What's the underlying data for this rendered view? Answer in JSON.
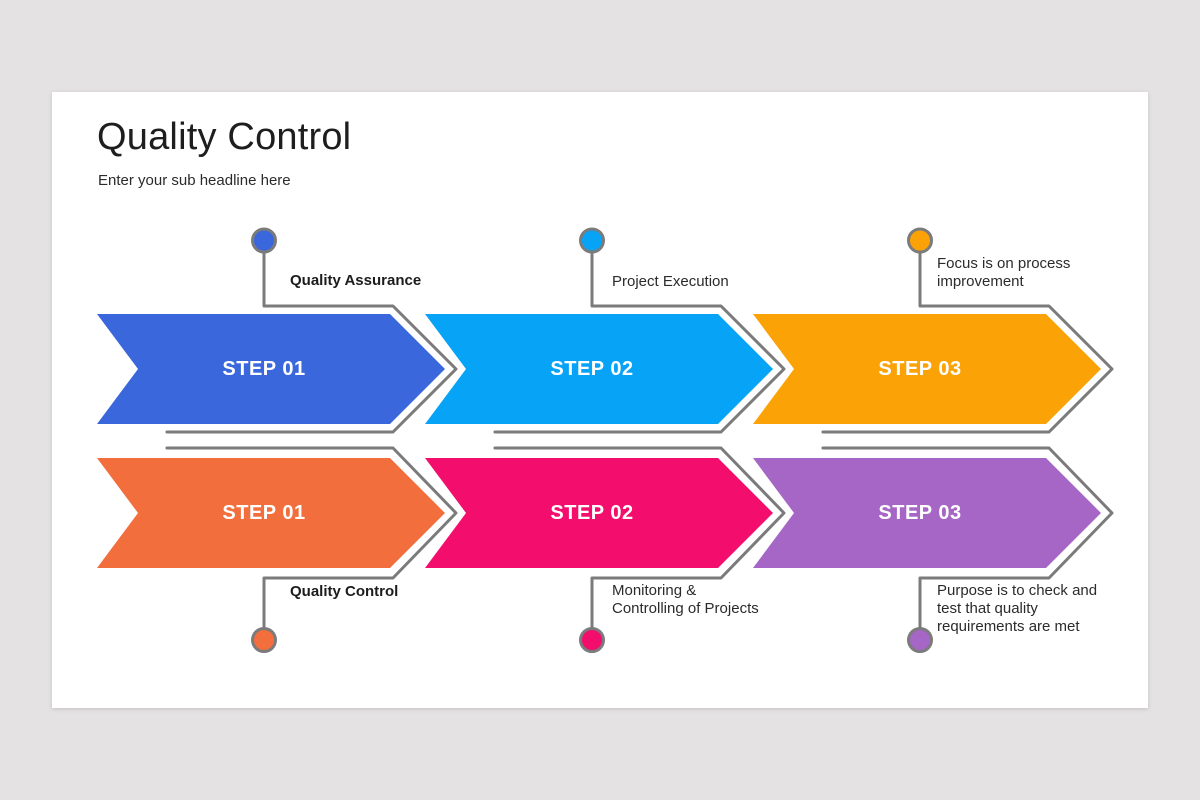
{
  "page": {
    "background_color": "#e4e2e2",
    "card_color": "#ffffff",
    "outline_color": "#7b7b7b"
  },
  "slide": {
    "title": "Quality Control",
    "subtitle": "Enter your sub headline here"
  },
  "rows": [
    {
      "steps": [
        {
          "label": "STEP 01",
          "color": "#3A67DC",
          "callout": "Quality Assurance"
        },
        {
          "label": "STEP 02",
          "color": "#06A3F6",
          "callout": "Project Execution"
        },
        {
          "label": "STEP 03",
          "color": "#FBA306",
          "callout": "Focus is on process improvement"
        }
      ]
    },
    {
      "steps": [
        {
          "label": "STEP 01",
          "color": "#F26E3C",
          "callout": "Quality Control"
        },
        {
          "label": "STEP 02",
          "color": "#F30D6D",
          "callout": "Monitoring & Controlling of Projects"
        },
        {
          "label": "STEP 03",
          "color": "#A566C5",
          "callout": "Purpose is to check and test that quality requirements are met"
        }
      ]
    }
  ]
}
